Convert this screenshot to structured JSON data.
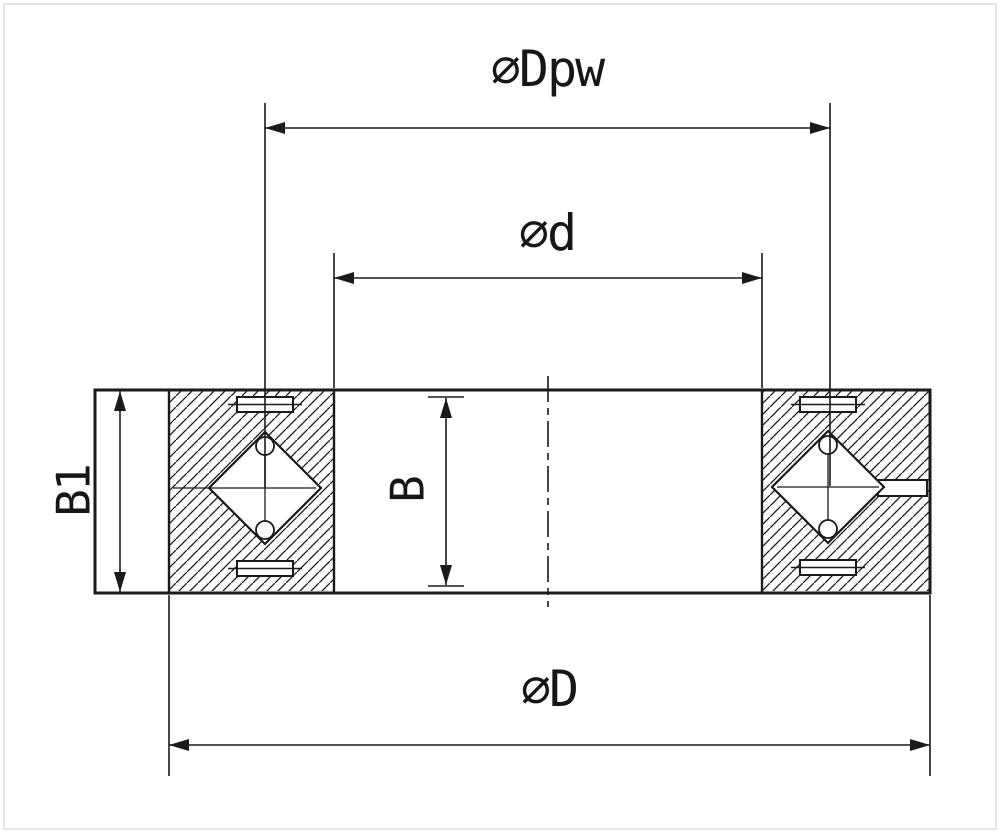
{
  "drawing": {
    "labels": {
      "pitch_diameter": "∅Dpw",
      "inner_diameter": "∅d",
      "outer_diameter": "∅D",
      "width_b": "B",
      "width_b1": "B1"
    },
    "colors": {
      "line": "#1a1a1a",
      "background": "#ffffff"
    }
  }
}
